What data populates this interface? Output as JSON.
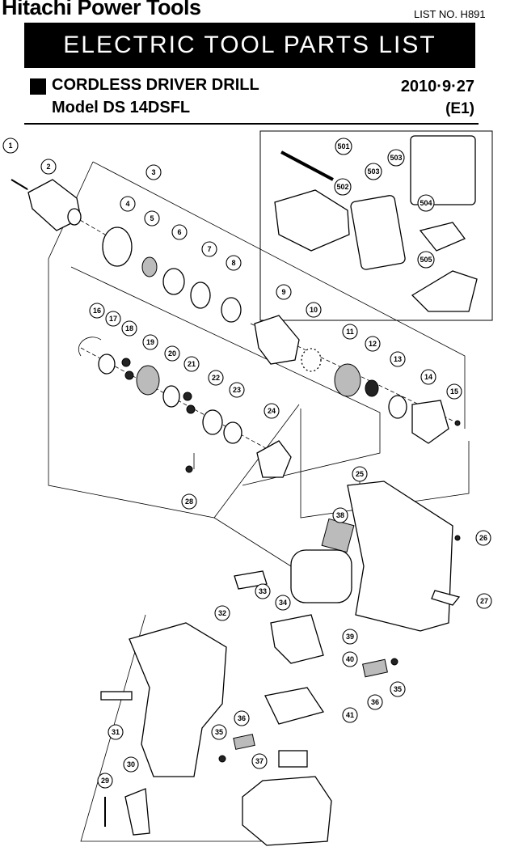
{
  "header": {
    "brand": "Hitachi Power Tools",
    "list_no": "LIST NO. H891",
    "banner": "ELECTRIC TOOL PARTS LIST",
    "tool_title": "CORDLESS DRIVER DRILL",
    "model": "Model DS 14DSFL",
    "date": "2010·9·27",
    "variant": "(E1)"
  },
  "callouts": [
    "1",
    "2",
    "3",
    "4",
    "5",
    "6",
    "7",
    "8",
    "9",
    "10",
    "11",
    "12",
    "13",
    "14",
    "15",
    "16",
    "17",
    "18",
    "19",
    "20",
    "21",
    "22",
    "23",
    "24",
    "25",
    "26",
    "27",
    "28",
    "29",
    "30",
    "31",
    "32",
    "33",
    "34",
    "35",
    "35",
    "36",
    "36",
    "37",
    "38",
    "39",
    "40",
    "41",
    "501",
    "502",
    "503",
    "503",
    "504",
    "505"
  ]
}
